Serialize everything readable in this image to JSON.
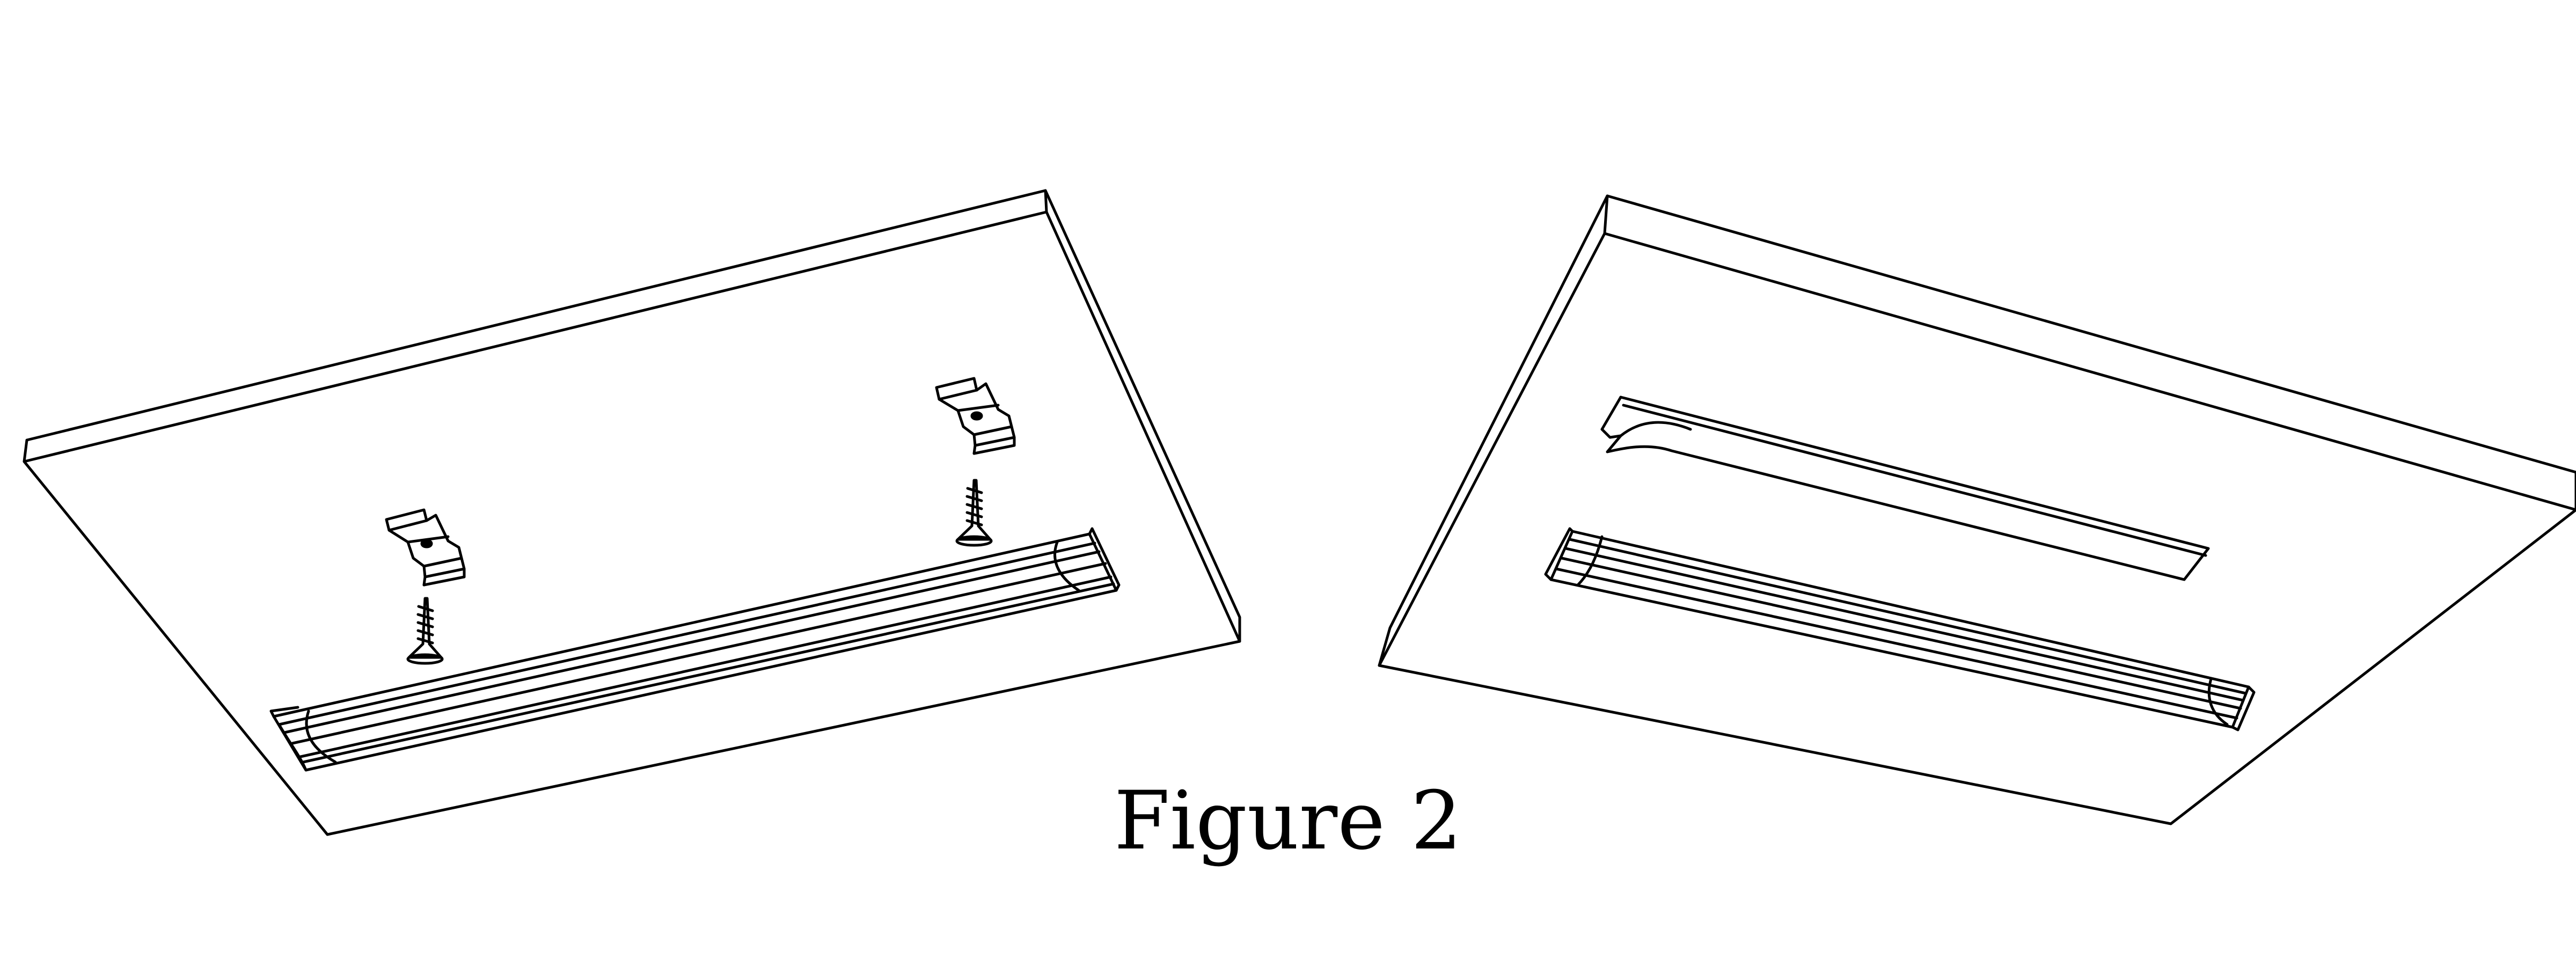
{
  "caption": "Figure 2",
  "colors": {
    "line": "#000000",
    "background": "#ffffff"
  },
  "panels": [
    {
      "name": "left-panel",
      "parts": [
        "board",
        "led-profile-channel",
        "mounting-clip",
        "mounting-clip",
        "screw",
        "screw"
      ]
    },
    {
      "name": "right-panel",
      "parts": [
        "board",
        "led-profile-channel",
        "profile-slot-cutout"
      ]
    }
  ]
}
